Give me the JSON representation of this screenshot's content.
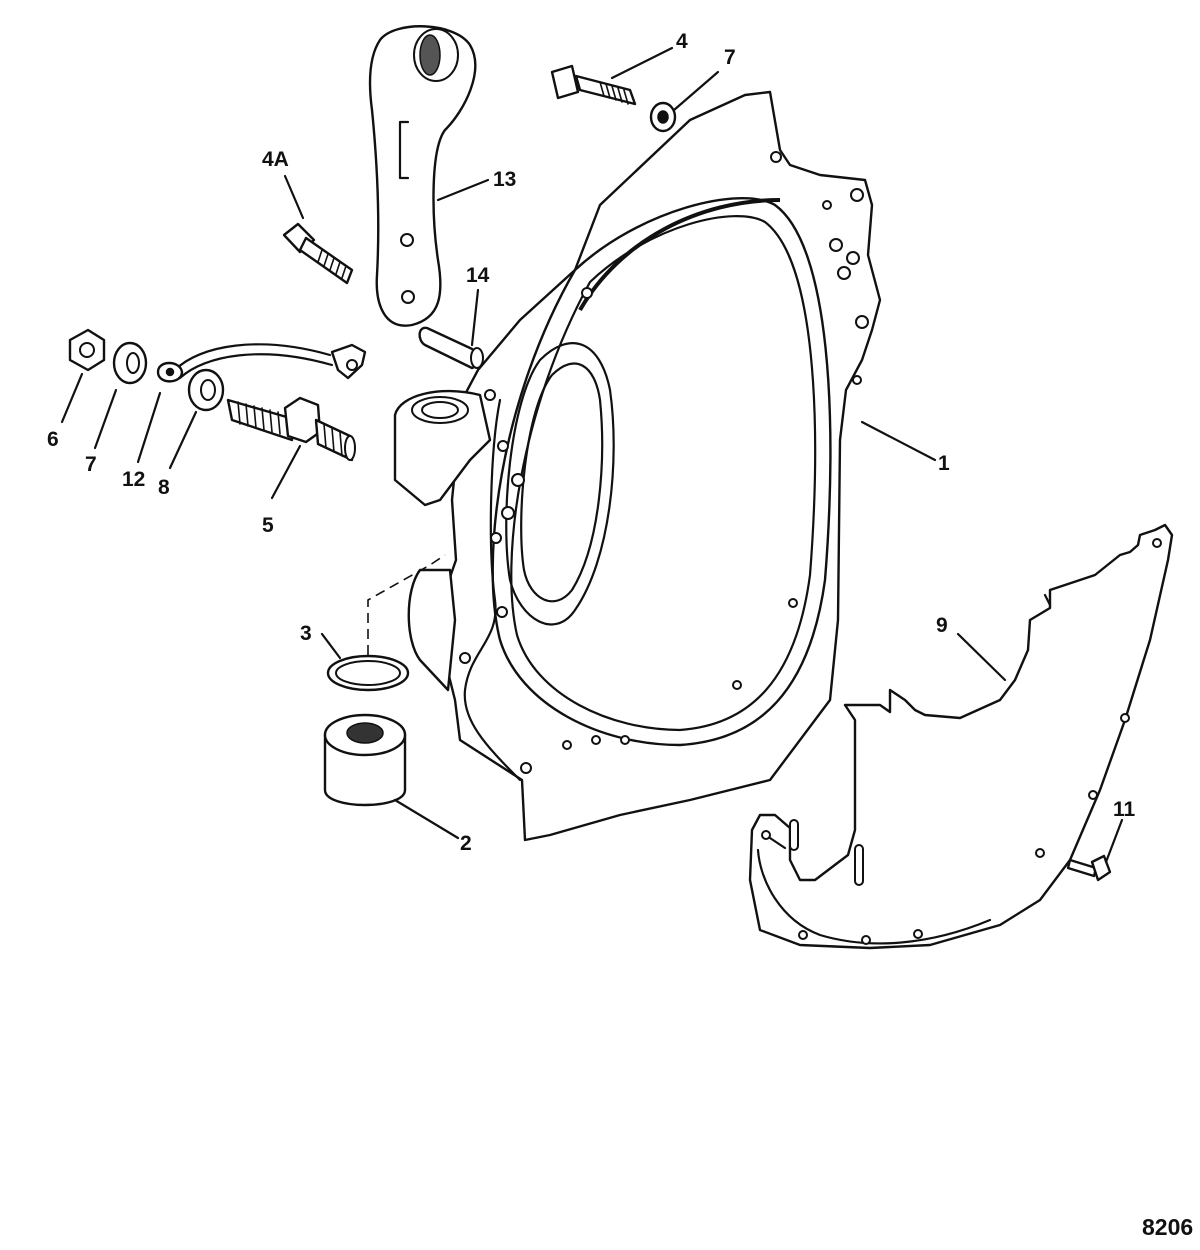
{
  "callouts": {
    "c4": "4",
    "c7top": "7",
    "c4a": "4A",
    "c13": "13",
    "c14": "14",
    "c6": "6",
    "c7": "7",
    "c12": "12",
    "c8": "8",
    "c5": "5",
    "c1": "1",
    "c3": "3",
    "c2": "2",
    "c9": "9",
    "c11": "11"
  },
  "figure_number": "8206"
}
